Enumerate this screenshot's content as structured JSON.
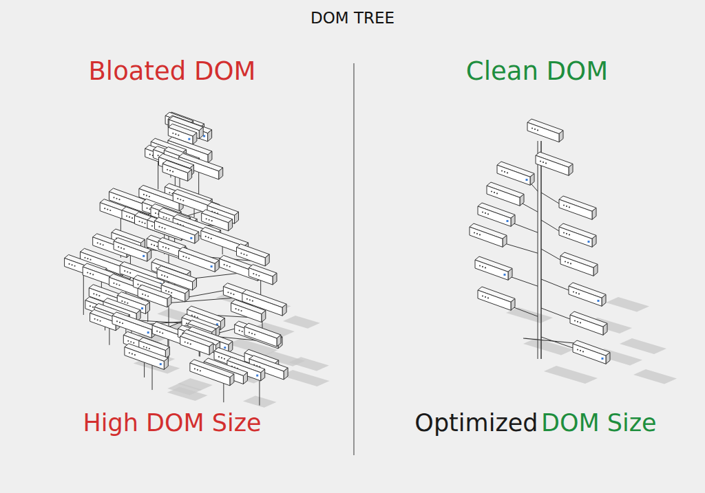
{
  "diagram": {
    "title": "DOM TREE",
    "labels": [
      "Bloated DOM",
      "Clean DOM",
      "High DOM Size",
      "Optimized",
      "DOM Size"
    ]
  }
}
